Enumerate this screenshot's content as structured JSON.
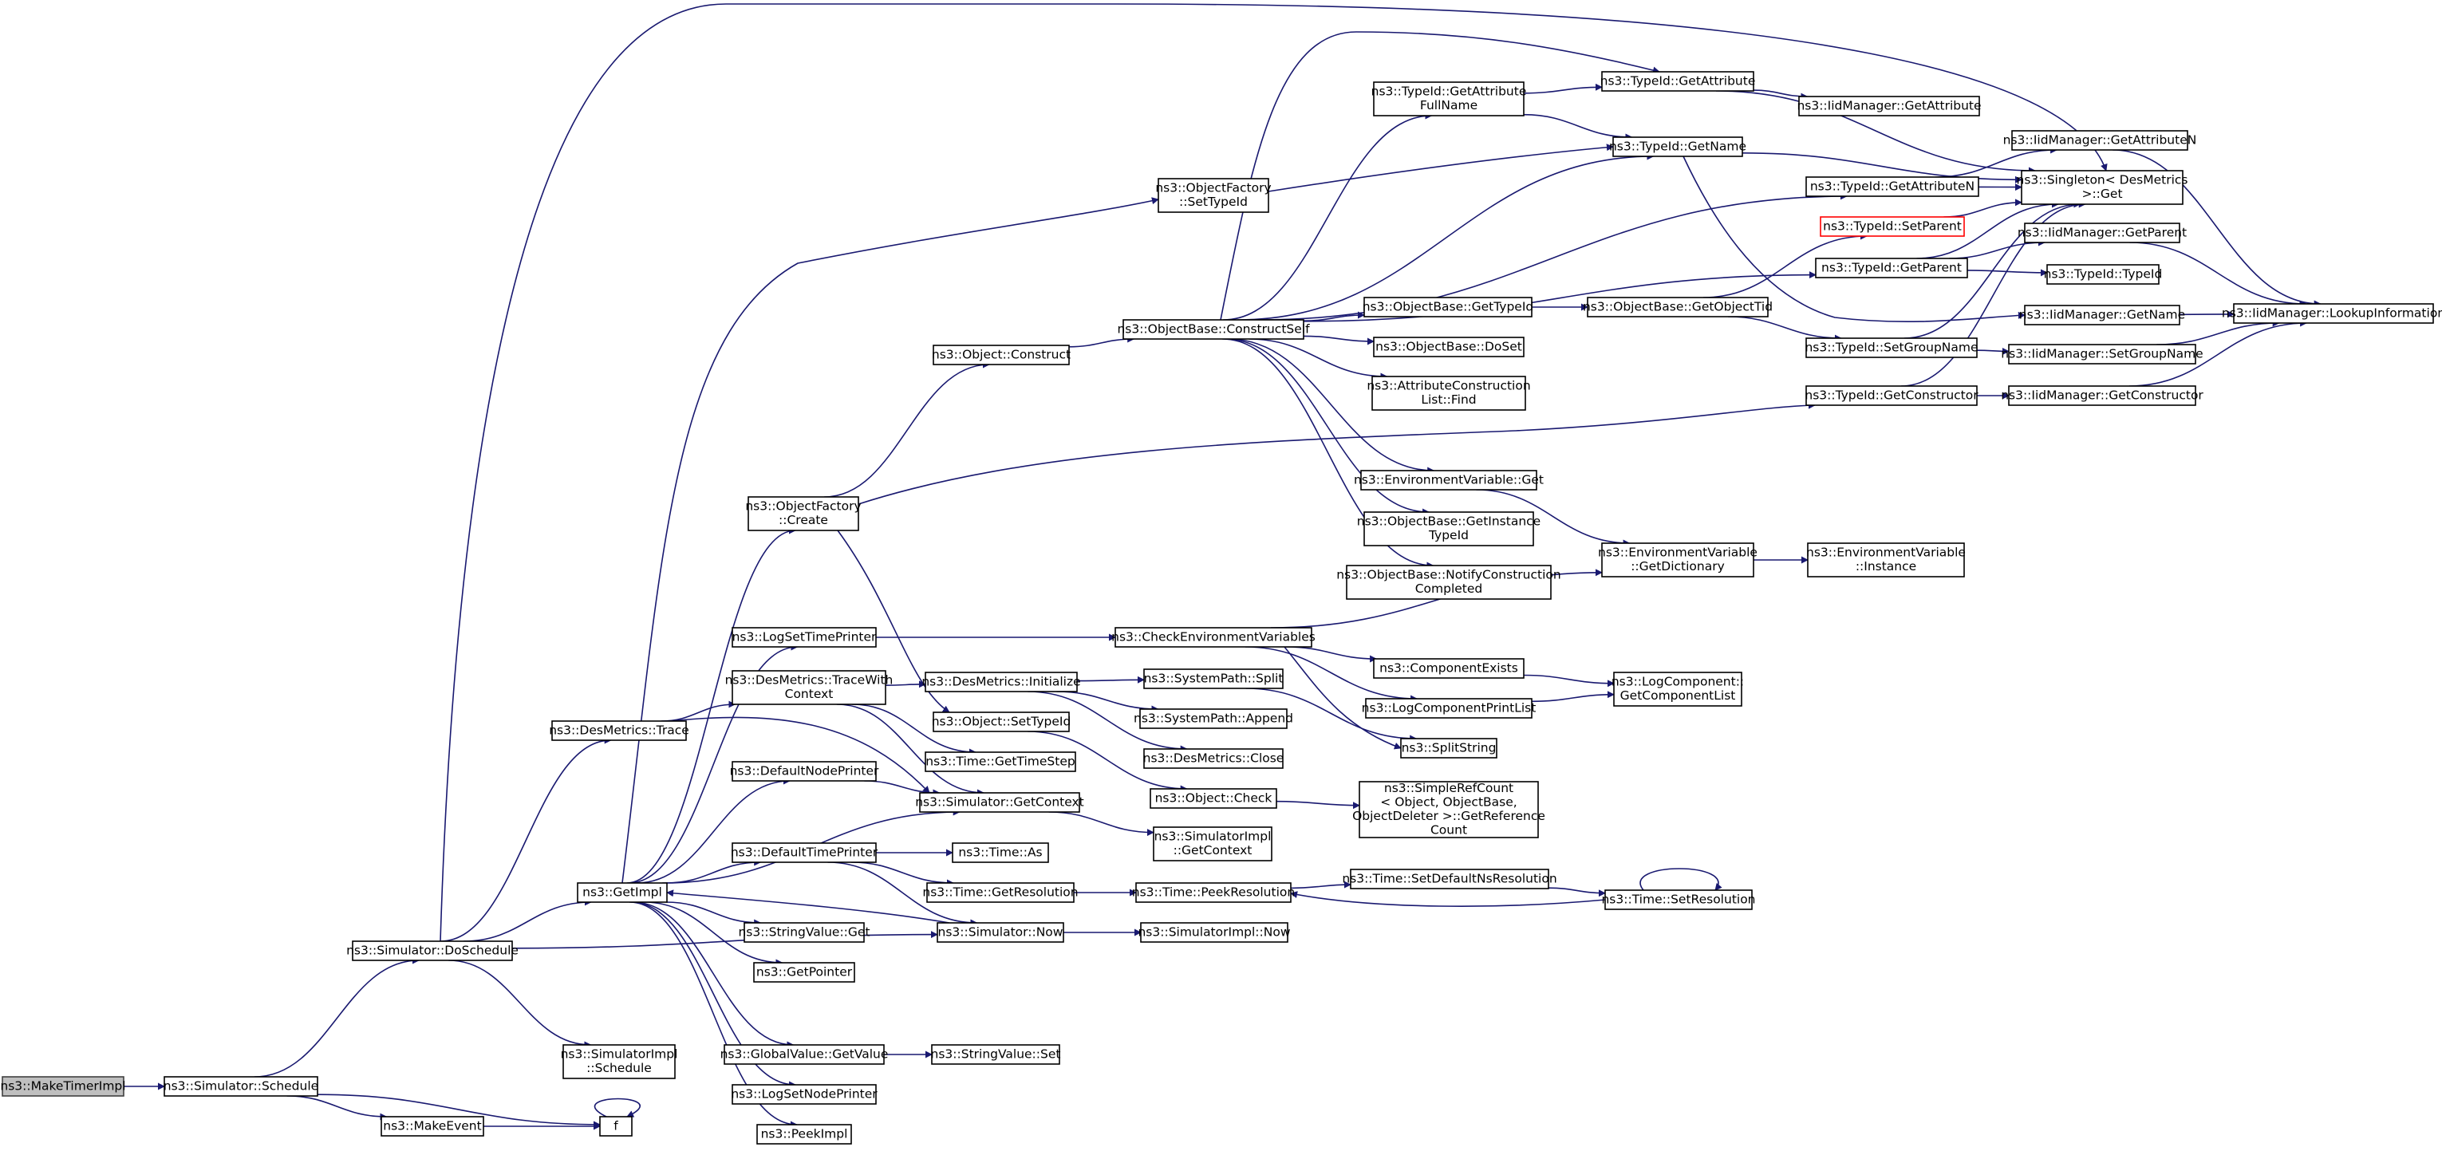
{
  "nodes": [
    {
      "id": "MakeTimerImpl",
      "lines": [
        "ns3::MakeTimerImpl"
      ],
      "style": "root"
    },
    {
      "id": "Schedule",
      "lines": [
        "ns3::Simulator::Schedule"
      ]
    },
    {
      "id": "DoSchedule",
      "lines": [
        "ns3::Simulator::DoSchedule"
      ]
    },
    {
      "id": "MakeEvent",
      "lines": [
        "ns3::MakeEvent"
      ]
    },
    {
      "id": "f",
      "lines": [
        "f"
      ]
    },
    {
      "id": "DesMetricsTrace",
      "lines": [
        "ns3::DesMetrics::Trace"
      ]
    },
    {
      "id": "GetImpl",
      "lines": [
        "ns3::GetImpl"
      ]
    },
    {
      "id": "SimImplSchedule",
      "lines": [
        "ns3::SimulatorImpl",
        "::Schedule"
      ]
    },
    {
      "id": "OFCreate",
      "lines": [
        "ns3::ObjectFactory",
        "::Create"
      ]
    },
    {
      "id": "LogSetTimePrinter",
      "lines": [
        "ns3::LogSetTimePrinter"
      ]
    },
    {
      "id": "TraceWithContext",
      "lines": [
        "ns3::DesMetrics::TraceWith",
        "Context"
      ]
    },
    {
      "id": "DefaultNodePrinter",
      "lines": [
        "ns3::DefaultNodePrinter"
      ]
    },
    {
      "id": "DefaultTimePrinter",
      "lines": [
        "ns3::DefaultTimePrinter"
      ]
    },
    {
      "id": "StringValueGet",
      "lines": [
        "ns3::StringValue::Get"
      ]
    },
    {
      "id": "GetPointer",
      "lines": [
        "ns3::GetPointer"
      ]
    },
    {
      "id": "GlobalValueGetValue",
      "lines": [
        "ns3::GlobalValue::GetValue"
      ]
    },
    {
      "id": "LogSetNodePrinter",
      "lines": [
        "ns3::LogSetNodePrinter"
      ]
    },
    {
      "id": "PeekImpl",
      "lines": [
        "ns3::PeekImpl"
      ]
    },
    {
      "id": "OFSetTypeId",
      "lines": [
        "ns3::ObjectFactory",
        "::SetTypeId"
      ]
    },
    {
      "id": "ObjectConstruct",
      "lines": [
        "ns3::Object::Construct"
      ]
    },
    {
      "id": "DMInitialize",
      "lines": [
        "ns3::DesMetrics::Initialize"
      ]
    },
    {
      "id": "ObjectSetTypeId",
      "lines": [
        "ns3::Object::SetTypeId"
      ]
    },
    {
      "id": "TimeGetTimeStep",
      "lines": [
        "ns3::Time::GetTimeStep"
      ]
    },
    {
      "id": "SimGetContext",
      "lines": [
        "ns3::Simulator::GetContext"
      ]
    },
    {
      "id": "TimeAs",
      "lines": [
        "ns3::Time::As"
      ]
    },
    {
      "id": "TimeGetResolution",
      "lines": [
        "ns3::Time::GetResolution"
      ]
    },
    {
      "id": "SimNow",
      "lines": [
        "ns3::Simulator::Now"
      ]
    },
    {
      "id": "StringValueSet",
      "lines": [
        "ns3::StringValue::Set"
      ]
    },
    {
      "id": "ConstructSelf",
      "lines": [
        "ns3::ObjectBase::ConstructSelf"
      ]
    },
    {
      "id": "CheckEnvVars",
      "lines": [
        "ns3::CheckEnvironmentVariables"
      ]
    },
    {
      "id": "SPSplit",
      "lines": [
        "ns3::SystemPath::Split"
      ]
    },
    {
      "id": "SPAppend",
      "lines": [
        "ns3::SystemPath::Append"
      ]
    },
    {
      "id": "DMClose",
      "lines": [
        "ns3::DesMetrics::Close"
      ]
    },
    {
      "id": "ObjectCheck",
      "lines": [
        "ns3::Object::Check"
      ]
    },
    {
      "id": "SimImplGetContext",
      "lines": [
        "ns3::SimulatorImpl",
        "::GetContext"
      ]
    },
    {
      "id": "TimePeekResolution",
      "lines": [
        "ns3::Time::PeekResolution"
      ]
    },
    {
      "id": "SimImplNow",
      "lines": [
        "ns3::SimulatorImpl::Now"
      ]
    },
    {
      "id": "GetAttributeFullName",
      "lines": [
        "ns3::TypeId::GetAttribute",
        "FullName"
      ]
    },
    {
      "id": "OBGetTypeId",
      "lines": [
        "ns3::ObjectBase::GetTypeId"
      ]
    },
    {
      "id": "OBDoSet",
      "lines": [
        "ns3::ObjectBase::DoSet"
      ]
    },
    {
      "id": "ACLFind",
      "lines": [
        "ns3::AttributeConstruction",
        "List::Find"
      ]
    },
    {
      "id": "EnvVarGet",
      "lines": [
        "ns3::EnvironmentVariable::Get"
      ]
    },
    {
      "id": "OBGetInstanceTypeId",
      "lines": [
        "ns3::ObjectBase::GetInstance",
        "TypeId"
      ]
    },
    {
      "id": "OBNotifyConstructionCompleted",
      "lines": [
        "ns3::ObjectBase::NotifyConstruction",
        "Completed"
      ]
    },
    {
      "id": "ComponentExists",
      "lines": [
        "ns3::ComponentExists"
      ]
    },
    {
      "id": "LogComponentPrintList",
      "lines": [
        "ns3::LogComponentPrintList"
      ]
    },
    {
      "id": "SplitString",
      "lines": [
        "ns3::SplitString"
      ]
    },
    {
      "id": "SimpleRefCount",
      "lines": [
        "ns3::SimpleRefCount",
        "< Object, ObjectBase,",
        " ObjectDeleter >::GetReference",
        "Count"
      ]
    },
    {
      "id": "SetDefaultNsResolution",
      "lines": [
        "ns3::Time::SetDefaultNsResolution"
      ]
    },
    {
      "id": "TypeIdGetAttribute",
      "lines": [
        "ns3::TypeId::GetAttribute"
      ]
    },
    {
      "id": "TypeIdGetName",
      "lines": [
        "ns3::TypeId::GetName"
      ]
    },
    {
      "id": "OBGetObjectTid",
      "lines": [
        "ns3::ObjectBase::GetObjectTid"
      ]
    },
    {
      "id": "EnvVarGetDictionary",
      "lines": [
        "ns3::EnvironmentVariable",
        "::GetDictionary"
      ]
    },
    {
      "id": "LCGetComponentList",
      "lines": [
        "ns3::LogComponent::",
        "GetComponentList"
      ]
    },
    {
      "id": "TimeSetResolution",
      "lines": [
        "ns3::Time::SetResolution"
      ]
    },
    {
      "id": "TypeIdGetAttributeN",
      "lines": [
        "ns3::TypeId::GetAttributeN"
      ]
    },
    {
      "id": "TypeIdSetParent",
      "lines": [
        "ns3::TypeId::SetParent"
      ],
      "style": "red"
    },
    {
      "id": "TypeIdGetParent",
      "lines": [
        "ns3::TypeId::GetParent"
      ]
    },
    {
      "id": "TypeIdSetGroupName",
      "lines": [
        "ns3::TypeId::SetGroupName"
      ]
    },
    {
      "id": "TypeIdGetConstructor",
      "lines": [
        "ns3::TypeId::GetConstructor"
      ]
    },
    {
      "id": "EnvVarInstance",
      "lines": [
        "ns3::EnvironmentVariable",
        "::Instance"
      ]
    },
    {
      "id": "IidGetAttribute",
      "lines": [
        "ns3::IidManager::GetAttribute"
      ]
    },
    {
      "id": "IidGetAttributeN",
      "lines": [
        "ns3::IidManager::GetAttributeN"
      ]
    },
    {
      "id": "SingletonGet",
      "lines": [
        "ns3::Singleton< DesMetrics",
        " >::Get"
      ]
    },
    {
      "id": "IidGetParent",
      "lines": [
        "ns3::IidManager::GetParent"
      ]
    },
    {
      "id": "TypeIdTypeId",
      "lines": [
        "ns3::TypeId::TypeId"
      ]
    },
    {
      "id": "IidGetName",
      "lines": [
        "ns3::IidManager::GetName"
      ]
    },
    {
      "id": "IidSetGroupName",
      "lines": [
        "ns3::IidManager::SetGroupName"
      ]
    },
    {
      "id": "IidGetConstructor",
      "lines": [
        "ns3::IidManager::GetConstructor"
      ]
    },
    {
      "id": "IidLookupInformation",
      "lines": [
        "ns3::IidManager::LookupInformation"
      ]
    }
  ],
  "edges": [
    [
      "MakeTimerImpl",
      "Schedule"
    ],
    [
      "Schedule",
      "DoSchedule"
    ],
    [
      "Schedule",
      "MakeEvent"
    ],
    [
      "Schedule",
      "f"
    ],
    [
      "MakeEvent",
      "f"
    ],
    [
      "f",
      "f"
    ],
    [
      "DoSchedule",
      "DesMetricsTrace"
    ],
    [
      "DoSchedule",
      "GetImpl"
    ],
    [
      "DoSchedule",
      "SimImplSchedule"
    ],
    [
      "DoSchedule",
      "SimNow"
    ],
    [
      "DoSchedule",
      "SingletonGet"
    ],
    [
      "DesMetricsTrace",
      "TraceWithContext"
    ],
    [
      "DesMetricsTrace",
      "SimGetContext"
    ],
    [
      "GetImpl",
      "OFCreate"
    ],
    [
      "GetImpl",
      "LogSetTimePrinter"
    ],
    [
      "GetImpl",
      "DefaultNodePrinter"
    ],
    [
      "GetImpl",
      "DefaultTimePrinter"
    ],
    [
      "GetImpl",
      "StringValueGet"
    ],
    [
      "GetImpl",
      "GetPointer"
    ],
    [
      "GetImpl",
      "GlobalValueGetValue"
    ],
    [
      "GetImpl",
      "LogSetNodePrinter"
    ],
    [
      "GetImpl",
      "PeekImpl"
    ],
    [
      "GetImpl",
      "OFSetTypeId"
    ],
    [
      "GetImpl",
      "SimGetContext"
    ],
    [
      "OFCreate",
      "ObjectConstruct"
    ],
    [
      "OFCreate",
      "ObjectSetTypeId"
    ],
    [
      "OFCreate",
      "TypeIdGetConstructor"
    ],
    [
      "LogSetTimePrinter",
      "CheckEnvVars"
    ],
    [
      "TraceWithContext",
      "DMInitialize"
    ],
    [
      "TraceWithContext",
      "TimeGetTimeStep"
    ],
    [
      "TraceWithContext",
      "SimGetContext"
    ],
    [
      "DefaultNodePrinter",
      "SimGetContext"
    ],
    [
      "DefaultTimePrinter",
      "TimeAs"
    ],
    [
      "DefaultTimePrinter",
      "TimeGetResolution"
    ],
    [
      "DefaultTimePrinter",
      "SimNow"
    ],
    [
      "GlobalValueGetValue",
      "StringValueSet"
    ],
    [
      "OFSetTypeId",
      "TypeIdGetName"
    ],
    [
      "ObjectConstruct",
      "ConstructSelf"
    ],
    [
      "DMInitialize",
      "SPSplit"
    ],
    [
      "DMInitialize",
      "SPAppend"
    ],
    [
      "DMInitialize",
      "DMClose"
    ],
    [
      "ObjectSetTypeId",
      "ObjectCheck"
    ],
    [
      "SimGetContext",
      "SimImplGetContext"
    ],
    [
      "TimeGetResolution",
      "TimePeekResolution"
    ],
    [
      "SimNow",
      "SimImplNow"
    ],
    [
      "SimNow",
      "GetImpl"
    ],
    [
      "ConstructSelf",
      "GetAttributeFullName"
    ],
    [
      "ConstructSelf",
      "OBGetTypeId"
    ],
    [
      "ConstructSelf",
      "OBDoSet"
    ],
    [
      "ConstructSelf",
      "ACLFind"
    ],
    [
      "ConstructSelf",
      "EnvVarGet"
    ],
    [
      "ConstructSelf",
      "OBGetInstanceTypeId"
    ],
    [
      "ConstructSelf",
      "OBNotifyConstructionCompleted"
    ],
    [
      "ConstructSelf",
      "TypeIdGetAttribute"
    ],
    [
      "ConstructSelf",
      "TypeIdGetName"
    ],
    [
      "ConstructSelf",
      "TypeIdGetAttributeN"
    ],
    [
      "ConstructSelf",
      "TypeIdGetParent"
    ],
    [
      "CheckEnvVars",
      "ComponentExists"
    ],
    [
      "CheckEnvVars",
      "LogComponentPrintList"
    ],
    [
      "CheckEnvVars",
      "SplitString"
    ],
    [
      "CheckEnvVars",
      "EnvVarGetDictionary"
    ],
    [
      "SPSplit",
      "SplitString"
    ],
    [
      "ObjectCheck",
      "SimpleRefCount"
    ],
    [
      "TimePeekResolution",
      "SetDefaultNsResolution"
    ],
    [
      "GetAttributeFullName",
      "TypeIdGetAttribute"
    ],
    [
      "GetAttributeFullName",
      "TypeIdGetName"
    ],
    [
      "OBGetTypeId",
      "OBGetObjectTid"
    ],
    [
      "EnvVarGet",
      "EnvVarGetDictionary"
    ],
    [
      "ComponentExists",
      "LCGetComponentList"
    ],
    [
      "LogComponentPrintList",
      "LCGetComponentList"
    ],
    [
      "SetDefaultNsResolution",
      "TimeSetResolution"
    ],
    [
      "TimeSetResolution",
      "TimeSetResolution"
    ],
    [
      "TimeSetResolution",
      "TimePeekResolution"
    ],
    [
      "TypeIdGetAttribute",
      "IidGetAttribute"
    ],
    [
      "TypeIdGetAttribute",
      "SingletonGet"
    ],
    [
      "TypeIdGetName",
      "SingletonGet"
    ],
    [
      "TypeIdGetName",
      "IidGetName"
    ],
    [
      "OBGetObjectTid",
      "TypeIdSetParent"
    ],
    [
      "OBGetObjectTid",
      "TypeIdSetGroupName"
    ],
    [
      "EnvVarGetDictionary",
      "EnvVarInstance"
    ],
    [
      "TypeIdGetAttributeN",
      "IidGetAttributeN"
    ],
    [
      "TypeIdGetAttributeN",
      "SingletonGet"
    ],
    [
      "TypeIdSetParent",
      "SingletonGet"
    ],
    [
      "TypeIdGetParent",
      "IidGetParent"
    ],
    [
      "TypeIdGetParent",
      "TypeIdTypeId"
    ],
    [
      "TypeIdGetParent",
      "SingletonGet"
    ],
    [
      "TypeIdSetGroupName",
      "IidSetGroupName"
    ],
    [
      "TypeIdSetGroupName",
      "SingletonGet"
    ],
    [
      "TypeIdGetConstructor",
      "IidGetConstructor"
    ],
    [
      "TypeIdGetConstructor",
      "SingletonGet"
    ],
    [
      "IidGetAttributeN",
      "IidLookupInformation"
    ],
    [
      "IidGetParent",
      "IidLookupInformation"
    ],
    [
      "IidGetName",
      "IidLookupInformation"
    ],
    [
      "IidSetGroupName",
      "IidLookupInformation"
    ],
    [
      "IidGetConstructor",
      "IidLookupInformation"
    ]
  ]
}
